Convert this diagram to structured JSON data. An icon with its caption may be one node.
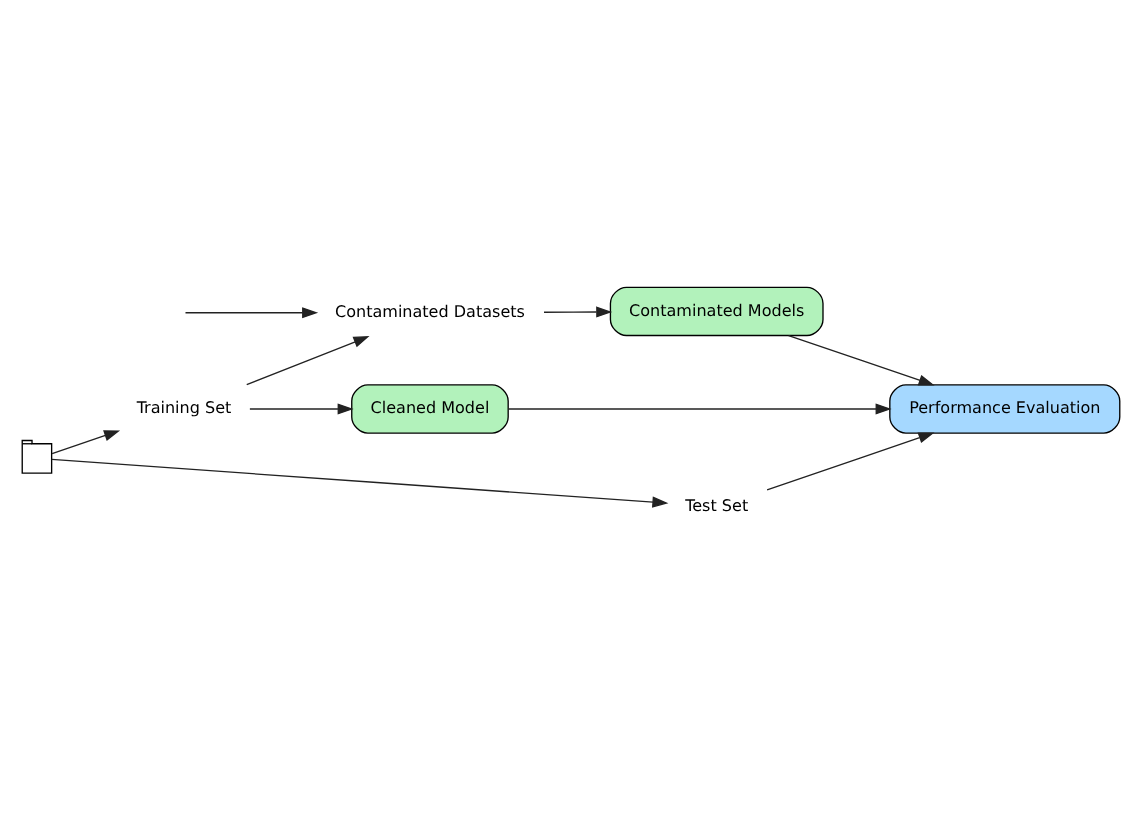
{
  "diagram": {
    "nodes": [
      {
        "text": [],
        "shape": "table"
      },
      {
        "text": [
          "Training Set"
        ]
      },
      {
        "text": [
          "Test Set"
        ]
      },
      {
        "text": [
          "Contaminated Datasets"
        ]
      },
      {
        "text": [
          "Cleaned Model"
        ]
      },
      {
        "text": [
          "Contaminated Models"
        ]
      },
      {
        "text": [
          "Performance Evaluation"
        ]
      }
    ],
    "edges": [
      {
        "from": 0,
        "to": 1,
        "arrow": "to"
      },
      {
        "from": 0,
        "to": 2,
        "arrow": "to"
      },
      {
        "from": 1,
        "to": 3,
        "arrow": "to"
      },
      {
        "from": null,
        "to": 3,
        "arrow": "to"
      },
      {
        "from": 1,
        "to": 4,
        "arrow": "to"
      },
      {
        "from": 3,
        "to": 5,
        "arrow": "to"
      },
      {
        "from": 4,
        "to": 6,
        "arrow": "to"
      },
      {
        "from": 5,
        "to": 6,
        "arrow": "to"
      },
      {
        "from": 2,
        "to": 6,
        "arrow": "to"
      }
    ]
  }
}
